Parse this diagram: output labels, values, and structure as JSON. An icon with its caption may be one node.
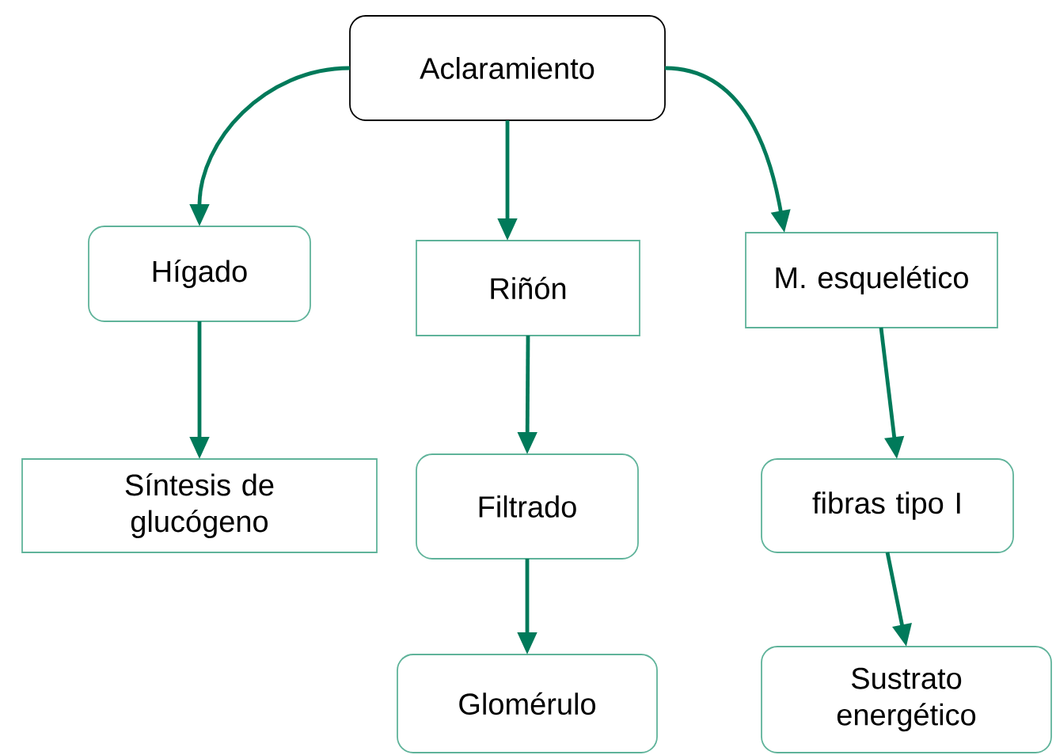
{
  "diagram": {
    "nodes": [
      {
        "text": [
          "Aclaramiento"
        ]
      },
      {
        "text": [
          "Hígado"
        ]
      },
      {
        "text": [
          "Riñón"
        ]
      },
      {
        "text": [
          "M. esquelético"
        ]
      },
      {
        "text": [
          "Síntesis de glucógeno"
        ]
      },
      {
        "text": [
          "Filtrado"
        ]
      },
      {
        "text": [
          "fibras tipo I"
        ]
      },
      {
        "text": [
          "Glomérulo"
        ]
      },
      {
        "text": [
          "Sustrato energético"
        ]
      }
    ],
    "edges": [
      {
        "from": 0,
        "to": 1,
        "arrow": "to"
      },
      {
        "from": 0,
        "to": 2,
        "arrow": "to"
      },
      {
        "from": 0,
        "to": 3,
        "arrow": "to"
      },
      {
        "from": 1,
        "to": 4,
        "arrow": "to"
      },
      {
        "from": 2,
        "to": 5,
        "arrow": "to"
      },
      {
        "from": 3,
        "to": 6,
        "arrow": "to"
      },
      {
        "from": 5,
        "to": 7,
        "arrow": "to"
      },
      {
        "from": 6,
        "to": 8,
        "arrow": "to"
      }
    ]
  }
}
